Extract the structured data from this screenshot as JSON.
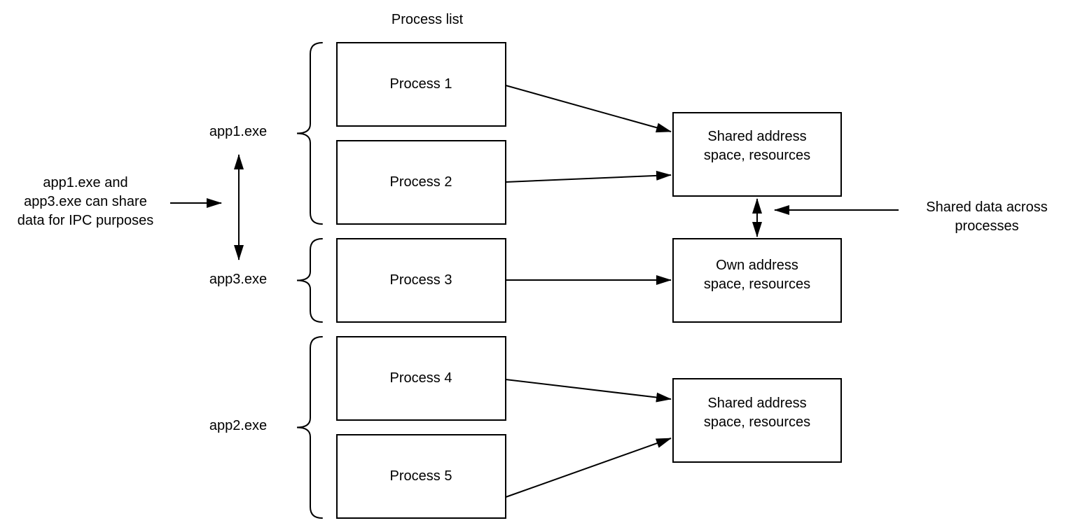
{
  "diagram": {
    "title": "Process list",
    "processes": [
      {
        "label": "Process 1"
      },
      {
        "label": "Process 2"
      },
      {
        "label": "Process 3"
      },
      {
        "label": "Process 4"
      },
      {
        "label": "Process 5"
      }
    ],
    "groups": [
      {
        "label": "app1.exe",
        "contains": [
          "Process 1",
          "Process 2"
        ]
      },
      {
        "label": "app3.exe",
        "contains": [
          "Process 3"
        ]
      },
      {
        "label": "app2.exe",
        "contains": [
          "Process 4",
          "Process 5"
        ]
      }
    ],
    "resources": [
      {
        "line1": "Shared address",
        "line2": "space, resources"
      },
      {
        "line1": "Own address",
        "line2": "space, resources"
      },
      {
        "line1": "Shared address",
        "line2": "space, resources"
      }
    ],
    "annotations": {
      "ipc": {
        "line1": "app1.exe and",
        "line2": "app3.exe can share",
        "line3": "data for IPC purposes"
      },
      "shared": {
        "line1": "Shared data across",
        "line2": "processes"
      }
    },
    "colors": {
      "stroke": "#000000",
      "box_fill": "#ffffff",
      "background": "#ffffff"
    }
  }
}
